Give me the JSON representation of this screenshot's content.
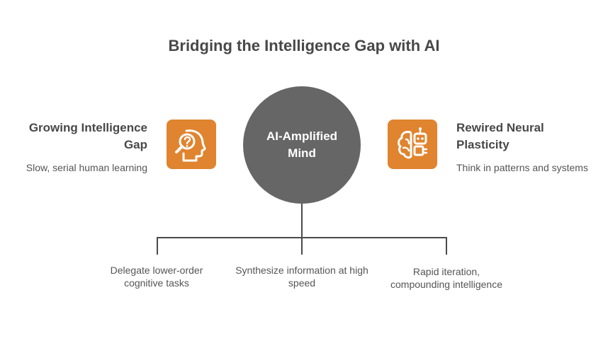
{
  "title": "Bridging the Intelligence Gap with AI",
  "center": {
    "label": "AI-Amplified Mind"
  },
  "left": {
    "heading": "Growing Intelligence Gap",
    "description": "Slow, serial human learning",
    "icon": "head-question-icon"
  },
  "right": {
    "heading": "Rewired Neural Plasticity",
    "description": "Think in patterns and systems",
    "icon": "brain-robot-icon"
  },
  "branches": [
    {
      "text": "Delegate lower-order cognitive tasks"
    },
    {
      "text": "Synthesize information at high speed"
    },
    {
      "text": "Rapid iteration, compounding intelligence"
    }
  ],
  "colors": {
    "accent": "#e0842f",
    "circle": "#666666",
    "text": "#484848",
    "line": "#4a4a4a"
  }
}
